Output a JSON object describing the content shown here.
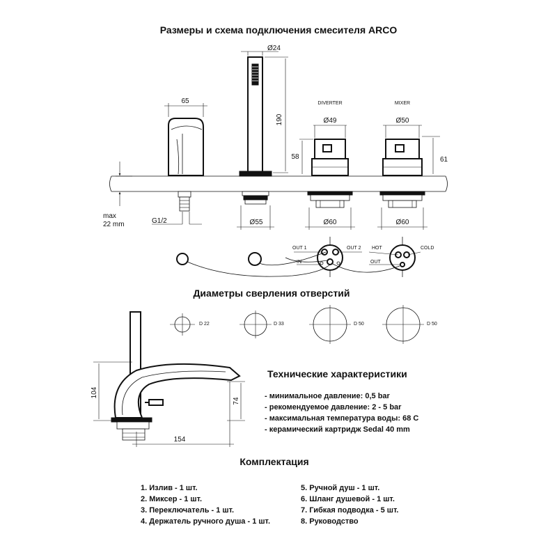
{
  "titles": {
    "main": "Размеры и схема подключения смесителя ARCO",
    "drilling": "Диаметры сверления отверстий",
    "specs": "Технические характеристики",
    "kit": "Комплектация"
  },
  "dims": {
    "handshower_d": "Ø24",
    "spout_width": "65",
    "handshower_h": "190",
    "diverter_label": "DIVERTER",
    "mixer_label": "MIXER",
    "diverter_d": "Ø49",
    "mixer_d": "Ø50",
    "diverter_h": "58",
    "mixer_h": "61",
    "max_label": "max",
    "max_value": "22 mm",
    "thread": "G1/2",
    "base_d55": "Ø55",
    "base_d60a": "Ø60",
    "base_d60b": "Ø60"
  },
  "connections": {
    "out1": "OUT 1",
    "out2": "OUT 2",
    "in": "IN",
    "hot": "HOT",
    "cold": "COLD",
    "out": "OUT"
  },
  "holes": [
    "D 22",
    "D 33",
    "D 50",
    "D 50"
  ],
  "side": {
    "height": "104",
    "height2": "74",
    "length": "154"
  },
  "specs": [
    "- минимальное давление: 0,5 bar",
    "- рекомендуемое давление: 2 - 5 bar",
    "- максимальная температура воды: 68 С",
    "- керамический картридж Sedal 40 mm"
  ],
  "kit_left": [
    "1. Излив - 1 шт.",
    "2. Миксер - 1 шт.",
    "3. Переключатель - 1 шт.",
    "4. Держатель ручного душа - 1 шт."
  ],
  "kit_right": [
    "5. Ручной душ - 1 шт.",
    "6. Шланг душевой - 1 шт.",
    "7. Гибкая подводка - 5 шт.",
    "8. Руководство"
  ]
}
